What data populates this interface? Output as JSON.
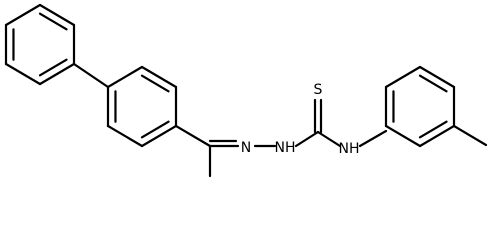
{
  "molecule": {
    "atoms": {
      "sulfur": "S",
      "hydrazone_nitrogen": "N",
      "hydrazine_nitrogen": "NH",
      "amide_nitrogen": "NH"
    }
  },
  "colors": {
    "background": "#ffffff",
    "bond": "#000000",
    "text": "#000000"
  }
}
